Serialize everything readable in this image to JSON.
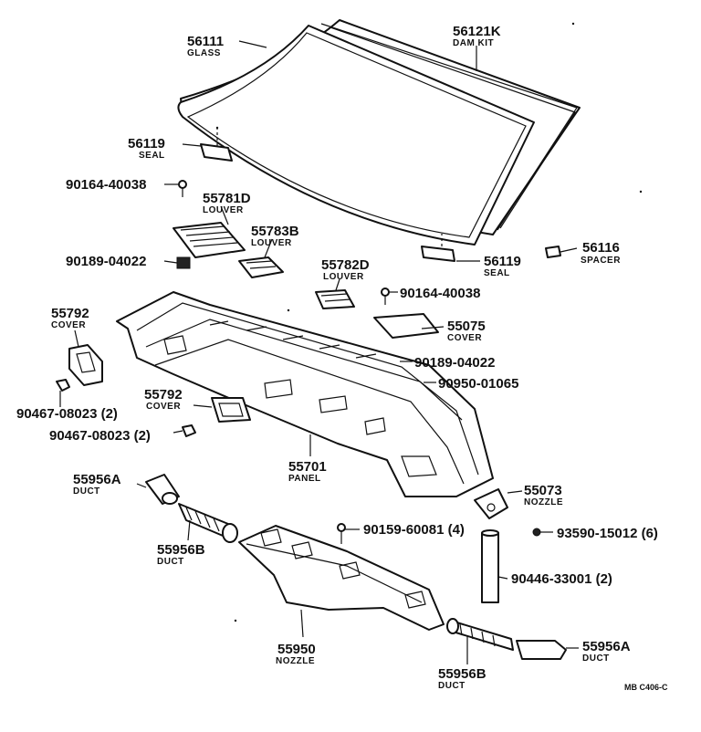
{
  "labels": {
    "glass": {
      "part": "56111",
      "name": "GLASS"
    },
    "dam_kit": {
      "part": "56121K",
      "name": "DAM KIT"
    },
    "seal_top": {
      "part": "56119",
      "name": "SEAL"
    },
    "seal_right": {
      "part": "56119",
      "name": "SEAL"
    },
    "bolt_a": {
      "part": "90164-40038"
    },
    "louver_d": {
      "part": "55781D",
      "name": "LOUVER"
    },
    "louver_b": {
      "part": "55783B",
      "name": "LOUVER"
    },
    "clip_a": {
      "part": "90189-04022"
    },
    "spacer": {
      "part": "56116",
      "name": "SPACER"
    },
    "louver_782": {
      "part": "55782D",
      "name": "LOUVER"
    },
    "bolt_b": {
      "part": "90164-40038"
    },
    "cover_left": {
      "part": "55792",
      "name": "COVER"
    },
    "cover_075": {
      "part": "55075",
      "name": "COVER"
    },
    "clip_b": {
      "part": "90189-04022"
    },
    "screw_a": {
      "part": "90950-01065"
    },
    "clip_c": {
      "part": "90467-08023 (2)"
    },
    "cover_mid": {
      "part": "55792",
      "name": "COVER"
    },
    "clip_d": {
      "part": "90467-08023 (2)"
    },
    "panel": {
      "part": "55701",
      "name": "PANEL"
    },
    "duct_a_left": {
      "part": "55956A",
      "name": "DUCT"
    },
    "nozzle_073": {
      "part": "55073",
      "name": "NOZZLE"
    },
    "bolt_c": {
      "part": "90159-60081 (4)"
    },
    "screw_b": {
      "part": "93590-15012 (6)"
    },
    "duct_b_left": {
      "part": "55956B",
      "name": "DUCT"
    },
    "hose": {
      "part": "90446-33001 (2)"
    },
    "nozzle_950": {
      "part": "55950",
      "name": "NOZZLE"
    },
    "duct_a_right": {
      "part": "55956A",
      "name": "DUCT"
    },
    "duct_b_right": {
      "part": "55956B",
      "name": "DUCT"
    }
  },
  "diagram_code": "MB C406-C"
}
